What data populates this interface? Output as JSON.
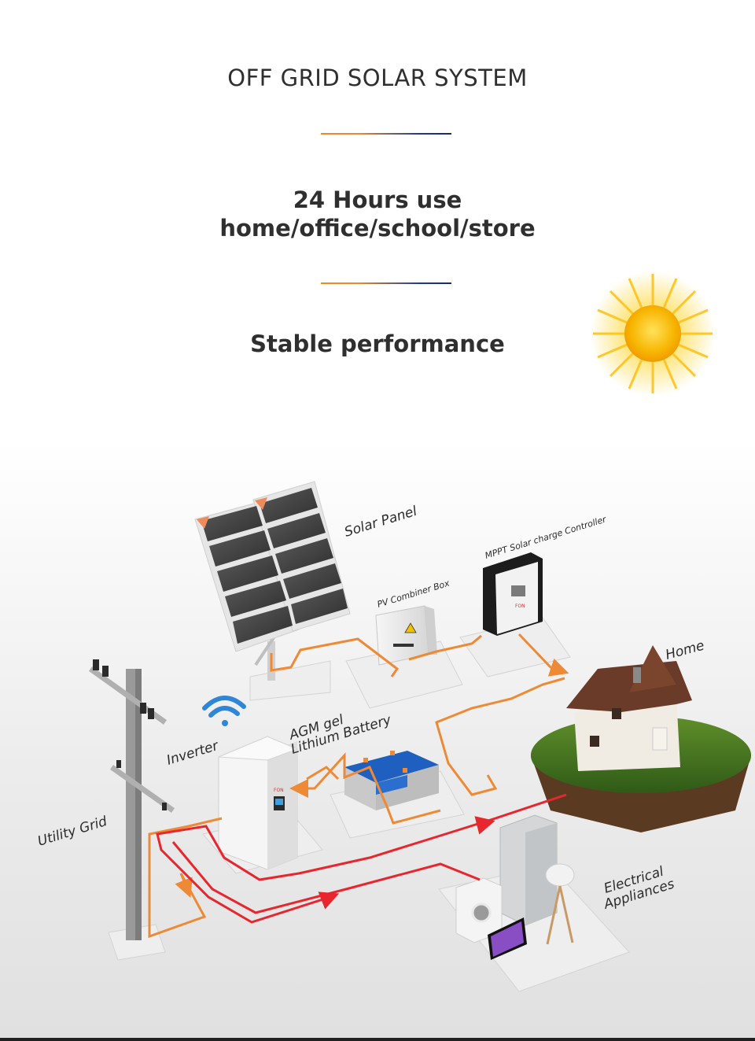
{
  "header": {
    "title": "OFF GRID SOLAR SYSTEM",
    "subtitle_line1": "24 Hours use",
    "subtitle_line2": "home/office/school/store",
    "tagline": "Stable performance"
  },
  "diagram": {
    "labels": {
      "solar_panel": "Solar Panel",
      "mppt": "MPPT Solar charge Controller",
      "pv_combiner": "PV Combiner Box",
      "home": "Home",
      "battery_line1": "AGM gel",
      "battery_line2": "Lithium Battery",
      "inverter": "Inverter",
      "utility_grid": "Utility Grid",
      "appliances_line1": "Electrical",
      "appliances_line2": "Appliances"
    },
    "colors": {
      "dc_line": "#ee8a35",
      "ac_line": "#e8262d",
      "wifi": "#2f86d6",
      "sun": "#f5b800"
    },
    "icons": [
      "sun-icon",
      "wifi-icon"
    ]
  }
}
